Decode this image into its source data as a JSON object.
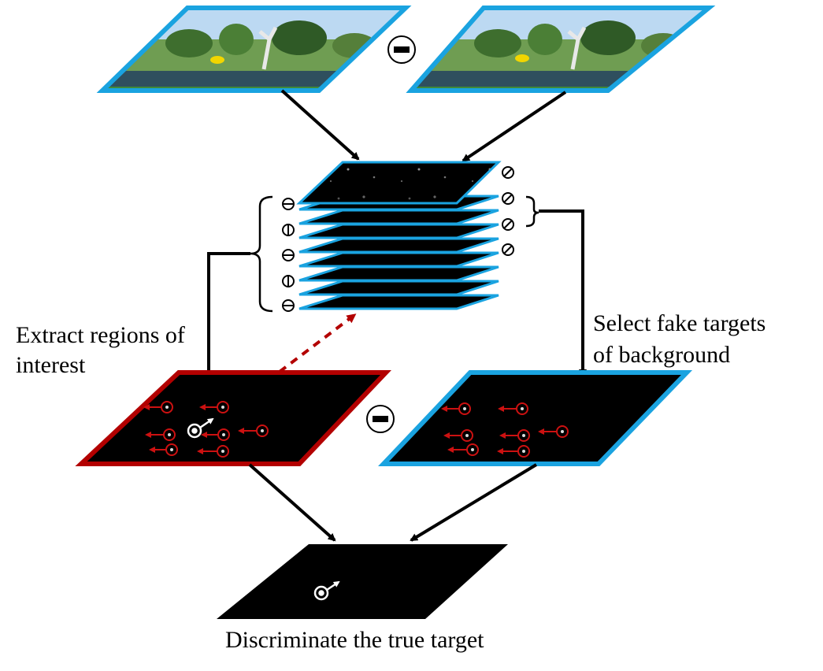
{
  "labels": {
    "extract_line1": "Extract regions of",
    "extract_line2": "interest",
    "select_line1": "Select fake targets",
    "select_line2": "of background",
    "discriminate": "Discriminate the true target"
  },
  "colors": {
    "frame_border": "#1aa3e0",
    "roi_border": "#b30000",
    "arrow": "#000000",
    "dashed_arrow": "#b30000",
    "target_marker": "#cc1111",
    "true_target": "#ffffff"
  },
  "icons": {
    "minus": "minus-circle-icon",
    "bracket": "curly-brace-icon",
    "slash_circle": "null-circle-icon"
  }
}
